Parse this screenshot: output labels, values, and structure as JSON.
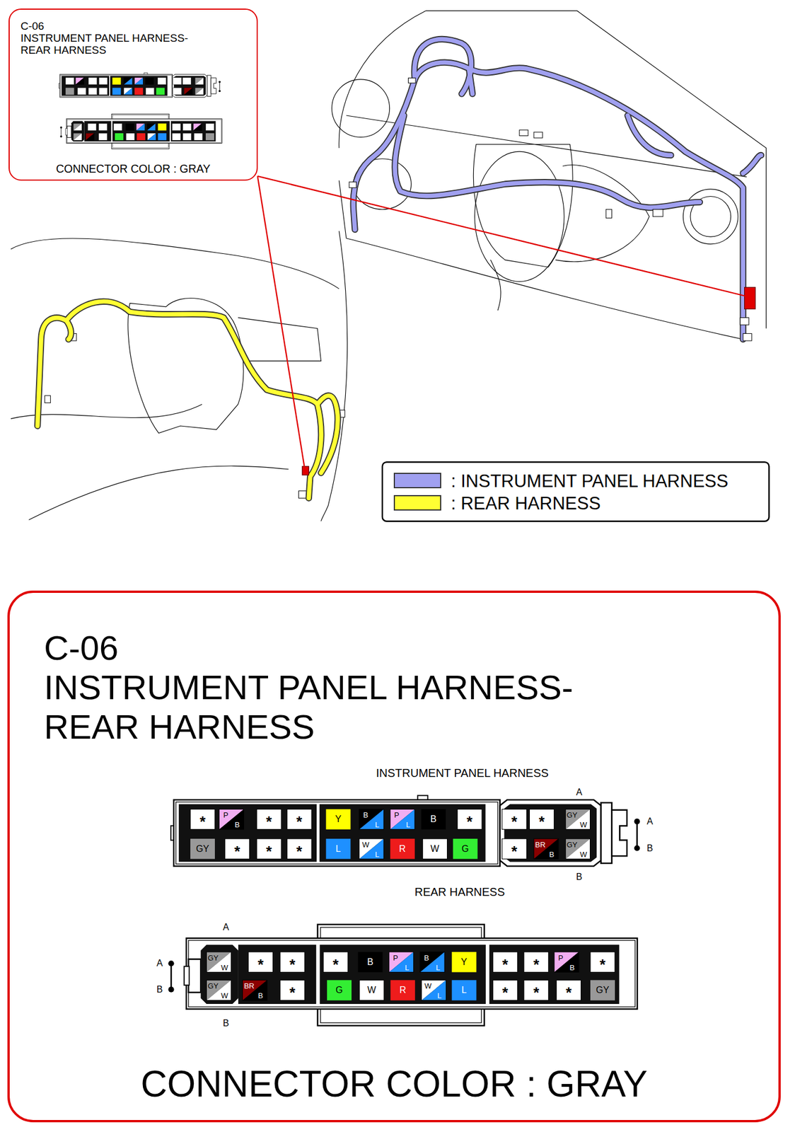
{
  "diagram": {
    "nodes": [
      {
        "text": [
          "C-06",
          "INSTRUMENT PANEL HARNESS- REAR HARNESS",
          "CONNECTOR COLOR : GRAY"
        ]
      },
      {
        "text": [
          "C-06",
          "INSTRUMENT PANEL HARNESS- REAR HARNESS",
          "CONNECTOR COLOR : GRAY"
        ]
      },
      {
        "text": [
          "INSTRUMENT PANEL HARNESS"
        ],
        "in": 1
      },
      {
        "text": [
          "REAR HARNESS"
        ],
        "in": 1
      }
    ],
    "labels": [
      "A",
      "*",
      "P",
      "B",
      "*",
      "*",
      "Y",
      "B",
      "L",
      "P",
      "L",
      "B",
      "*",
      "*",
      "*",
      "GY",
      "W",
      "GY",
      "*",
      "*",
      "*",
      "L",
      "W",
      "L",
      "R",
      "W",
      "G",
      "*",
      "BR",
      "B",
      "GY",
      "W",
      "B",
      "A",
      "B",
      "A",
      "GY",
      "W",
      "*",
      "*",
      "*",
      "B",
      "P",
      "L",
      "B",
      "L",
      "Y",
      "*",
      "*",
      "P",
      "B",
      "*",
      "GY",
      "W",
      "BR",
      "B",
      "*",
      "G",
      "W",
      "R",
      "W",
      "L",
      "L",
      "*",
      "*",
      "*",
      "GY",
      "B",
      "A",
      "B"
    ],
    "legend": [
      {
        "text": ": INSTRUMENT PANEL HARNESS",
        "color": "#a0a0f0"
      },
      {
        "text": ": REAR HARNESS",
        "color": "#ffff33"
      }
    ]
  }
}
